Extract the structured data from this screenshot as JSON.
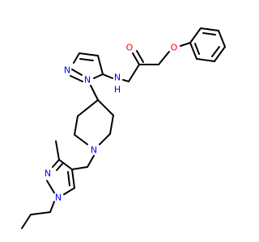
{
  "molecule": {
    "colors": {
      "bond": "#000000",
      "nitrogen": "#0000ff",
      "oxygen": "#ff0000",
      "background": "#ffffff"
    },
    "atom_labels": {
      "amide_oxygen": "O",
      "ether_oxygen": "O",
      "amide_nh": "N",
      "amide_h": "H",
      "pyrazole_n1": "N",
      "pyrazole_n2": "N",
      "piperidine_n": "N",
      "pyrazole2_n1": "N",
      "pyrazole2_n2": "N"
    }
  }
}
